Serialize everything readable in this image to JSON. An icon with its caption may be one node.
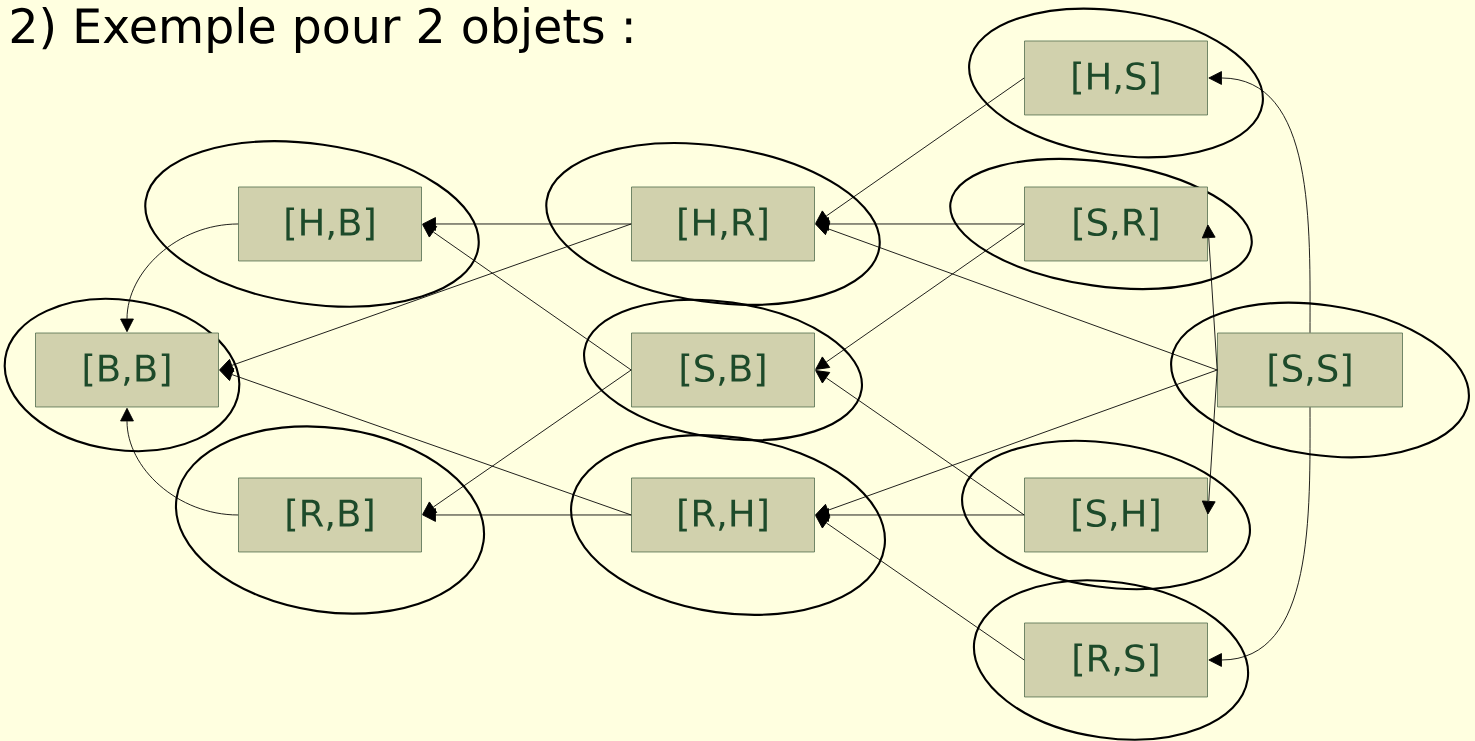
{
  "diagram": {
    "title": "2) Exemple pour 2 objets :",
    "nodes": [
      {
        "text": [
          "[H,S]"
        ]
      },
      {
        "text": [
          "[H,B]"
        ]
      },
      {
        "text": [
          "[H,R]"
        ]
      },
      {
        "text": [
          "[S,R]"
        ]
      },
      {
        "text": [
          "[B,B]"
        ]
      },
      {
        "text": [
          "[S,B]"
        ]
      },
      {
        "text": [
          "[S,S]"
        ]
      },
      {
        "text": [
          "[R,B]"
        ]
      },
      {
        "text": [
          "[R,H]"
        ]
      },
      {
        "text": [
          "[S,H]"
        ]
      },
      {
        "text": [
          "[R,S]"
        ]
      }
    ],
    "edges": [
      {
        "from": 6,
        "to": 0,
        "arrow": "to"
      },
      {
        "from": 6,
        "to": 3,
        "arrow": "to"
      },
      {
        "from": 6,
        "to": 9,
        "arrow": "to"
      },
      {
        "from": 6,
        "to": 10,
        "arrow": "to"
      },
      {
        "from": 6,
        "to": 2,
        "arrow": "to"
      },
      {
        "from": 6,
        "to": 8,
        "arrow": "to"
      },
      {
        "from": 0,
        "to": 2,
        "arrow": "to"
      },
      {
        "from": 3,
        "to": 2,
        "arrow": "to"
      },
      {
        "from": 3,
        "to": 5,
        "arrow": "to"
      },
      {
        "from": 9,
        "to": 5,
        "arrow": "to"
      },
      {
        "from": 9,
        "to": 8,
        "arrow": "to"
      },
      {
        "from": 10,
        "to": 8,
        "arrow": "to"
      },
      {
        "from": 2,
        "to": 1,
        "arrow": "to"
      },
      {
        "from": 2,
        "to": 4,
        "arrow": "to"
      },
      {
        "from": 5,
        "to": 1,
        "arrow": "to"
      },
      {
        "from": 5,
        "to": 7,
        "arrow": "to"
      },
      {
        "from": 8,
        "to": 7,
        "arrow": "to"
      },
      {
        "from": 8,
        "to": 4,
        "arrow": "to"
      },
      {
        "from": 1,
        "to": 4,
        "arrow": "to"
      },
      {
        "from": 7,
        "to": 4,
        "arrow": "to"
      }
    ]
  }
}
